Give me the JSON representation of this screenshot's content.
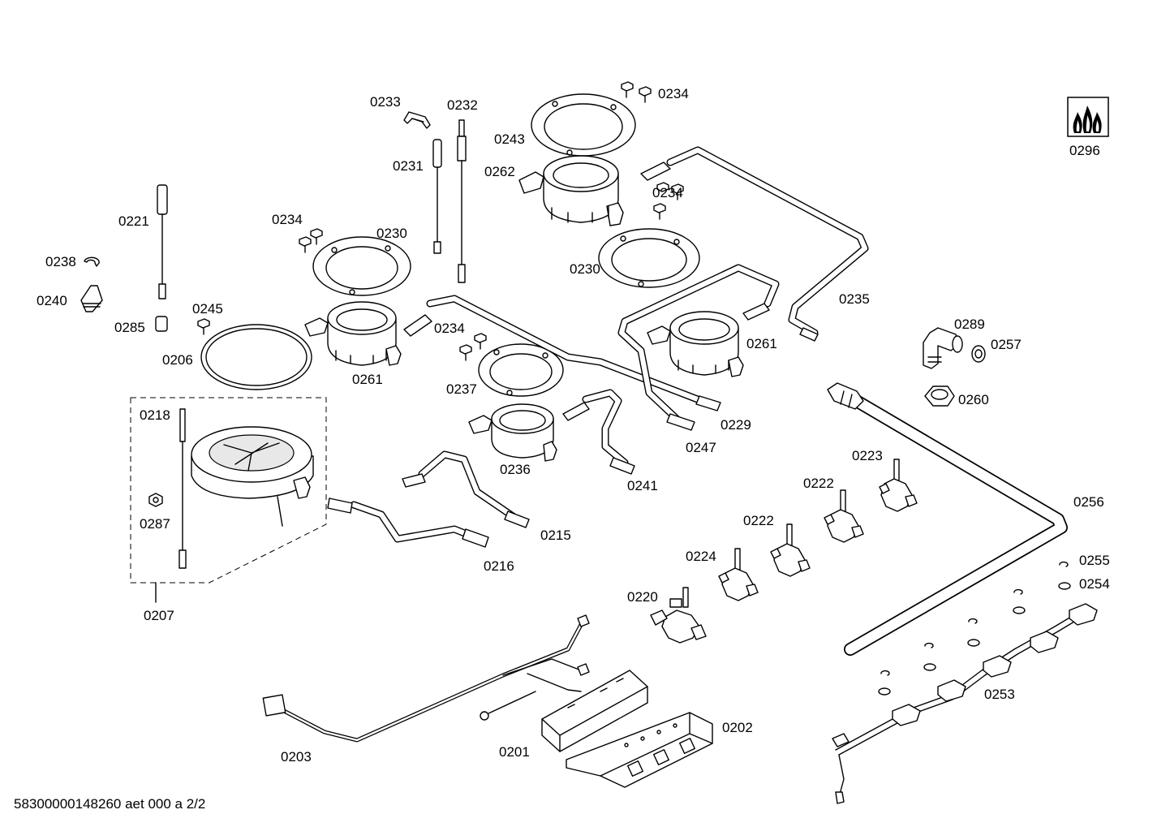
{
  "labels": {
    "p0296": "0296",
    "p0233": "0233",
    "p0232": "0232",
    "p0234_a": "0234",
    "p0243": "0243",
    "p0231": "0231",
    "p0262": "0262",
    "p0234_b": "0234",
    "p0221": "0221",
    "p0234_c": "0234",
    "p0230_a": "0230",
    "p0230_b": "0230",
    "p0238": "0238",
    "p0240": "0240",
    "p0235": "0235",
    "p0245": "0245",
    "p0285": "0285",
    "p0234_d": "0234",
    "p0289": "0289",
    "p0257": "0257",
    "p0261_a": "0261",
    "p0206": "0206",
    "p0261_b": "0261",
    "p0237": "0237",
    "p0260": "0260",
    "p0218": "0218",
    "p0229": "0229",
    "p0247": "0247",
    "p0236": "0236",
    "p0223": "0223",
    "p0241": "0241",
    "p0222_a": "0222",
    "p0256": "0256",
    "p0222_b": "0222",
    "p0287": "0287",
    "p0215": "0215",
    "p0224": "0224",
    "p0255": "0255",
    "p0216": "0216",
    "p0254": "0254",
    "p0220": "0220",
    "p0207": "0207",
    "p0253": "0253",
    "p0202": "0202",
    "p0201": "0201",
    "p0203": "0203"
  },
  "footer": "58300000148260 aet 000 a 2/2",
  "icons": {
    "flame_logo": "gas-flame-icon"
  },
  "colors": {
    "line": "#000000",
    "background": "#ffffff"
  }
}
